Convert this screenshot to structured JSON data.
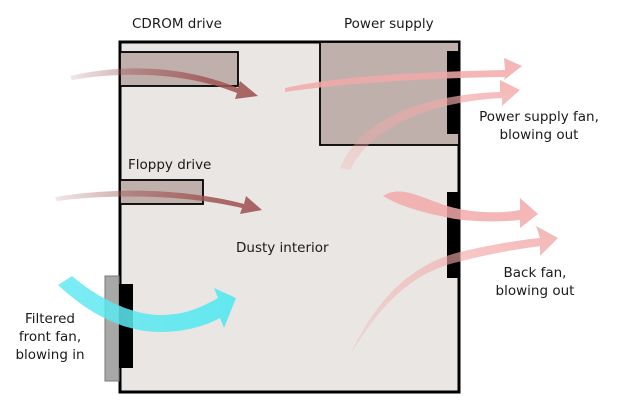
{
  "labels": {
    "cdrom": "CDROM drive",
    "power_supply": "Power supply",
    "floppy": "Floppy drive",
    "interior": "Dusty interior",
    "psu_fan_line1": "Power supply fan,",
    "psu_fan_line2": "blowing out",
    "back_fan_line1": "Back fan,",
    "back_fan_line2": "blowing out",
    "front_fan_line1": "Filtered",
    "front_fan_line2": "front fan,",
    "front_fan_line3": "blowing in"
  },
  "colors": {
    "case_fill": "#e9e6e3",
    "case_stroke": "#000000",
    "drive_fill": "#bfb0ab",
    "filter": "#a8a8a8",
    "fan": "#000000",
    "inside_arrow": "#a05555",
    "exhaust_arrow": "#f2a9a9",
    "intake_arrow": "#5ce8f0"
  }
}
